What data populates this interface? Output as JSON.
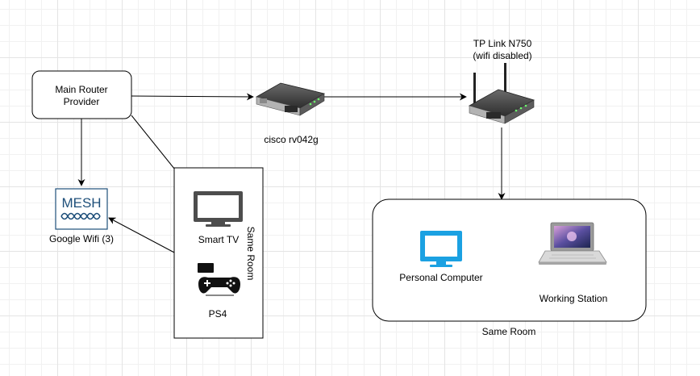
{
  "nodes": {
    "main_router": {
      "line1": "Main Router",
      "line2": "Provider"
    },
    "cisco": {
      "label": "cisco rv042g"
    },
    "tplink": {
      "line1": "TP Link N750",
      "line2": "(wifi disabled)"
    },
    "google_wifi": {
      "label": "Google Wifi (3)",
      "icon_text": "MESH"
    },
    "smart_tv": {
      "label": "Smart TV"
    },
    "ps4": {
      "label": "PS4"
    },
    "personal_computer": {
      "label": "Personal Computer"
    },
    "working_station": {
      "label": "Working Station"
    }
  },
  "groups": {
    "left_room": {
      "label": "Same Room"
    },
    "right_room": {
      "label": "Same Room"
    }
  },
  "colors": {
    "mesh_blue": "#1e4f7a",
    "monitor_blue": "#1ba1e2",
    "tv_gray": "#4d4d4d"
  }
}
